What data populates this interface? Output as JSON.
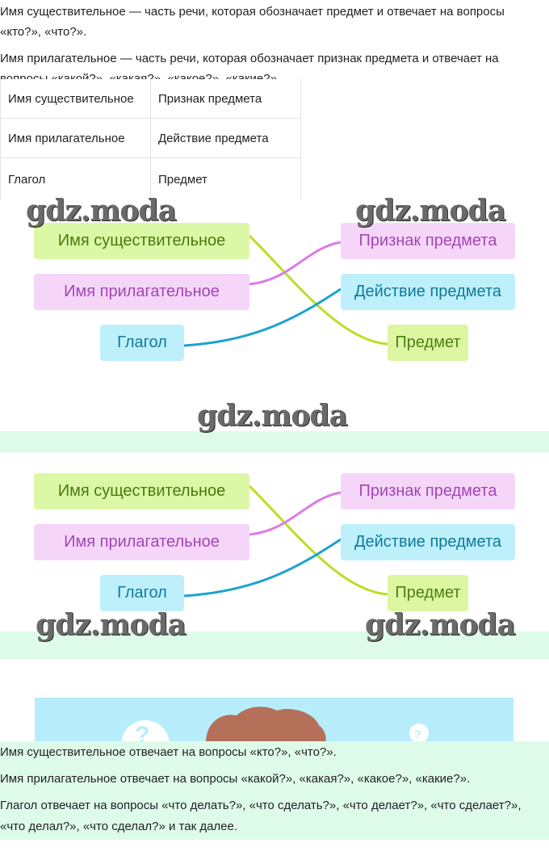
{
  "intro": {
    "noun_definition": "Имя существительное — часть речи, которая обозначает предмет и отвечает на вопросы «кто?», «что?».",
    "adjective_definition": "Имя прилагательное — часть речи, которая обозначает признак предмета и отвечает на вопросы «какой?», «какая?», «какое?», «какие?»."
  },
  "table": {
    "rows": [
      [
        "Имя существительное",
        "Признак предмета"
      ],
      [
        "Имя прилагательное",
        "Действие предмета"
      ],
      [
        "Глагол",
        "Предмет"
      ]
    ]
  },
  "diagram": {
    "left": [
      "Имя существительное",
      "Имя прилагательное",
      "Глагол"
    ],
    "right": [
      "Признак предмета",
      "Действие предмета",
      "Предмет"
    ]
  },
  "watermark": "gdz.moda",
  "answer": {
    "lines": [
      "Имя существительное отвечает на вопросы «кто?», «что?».",
      "Имя прилагательное отвечает на вопросы «какой?», «какая?», «какое?», «какие?».",
      "Глагол отвечает на вопросы «что делать?», «что сделать?», «что делает?», «что сделает?», «что делал?», «что сделал?» и так далее."
    ]
  },
  "colors": {
    "green": "#dbf8a6",
    "pink": "#f5d6f8",
    "cyan": "#bdf0fb",
    "band": "#defbea"
  }
}
